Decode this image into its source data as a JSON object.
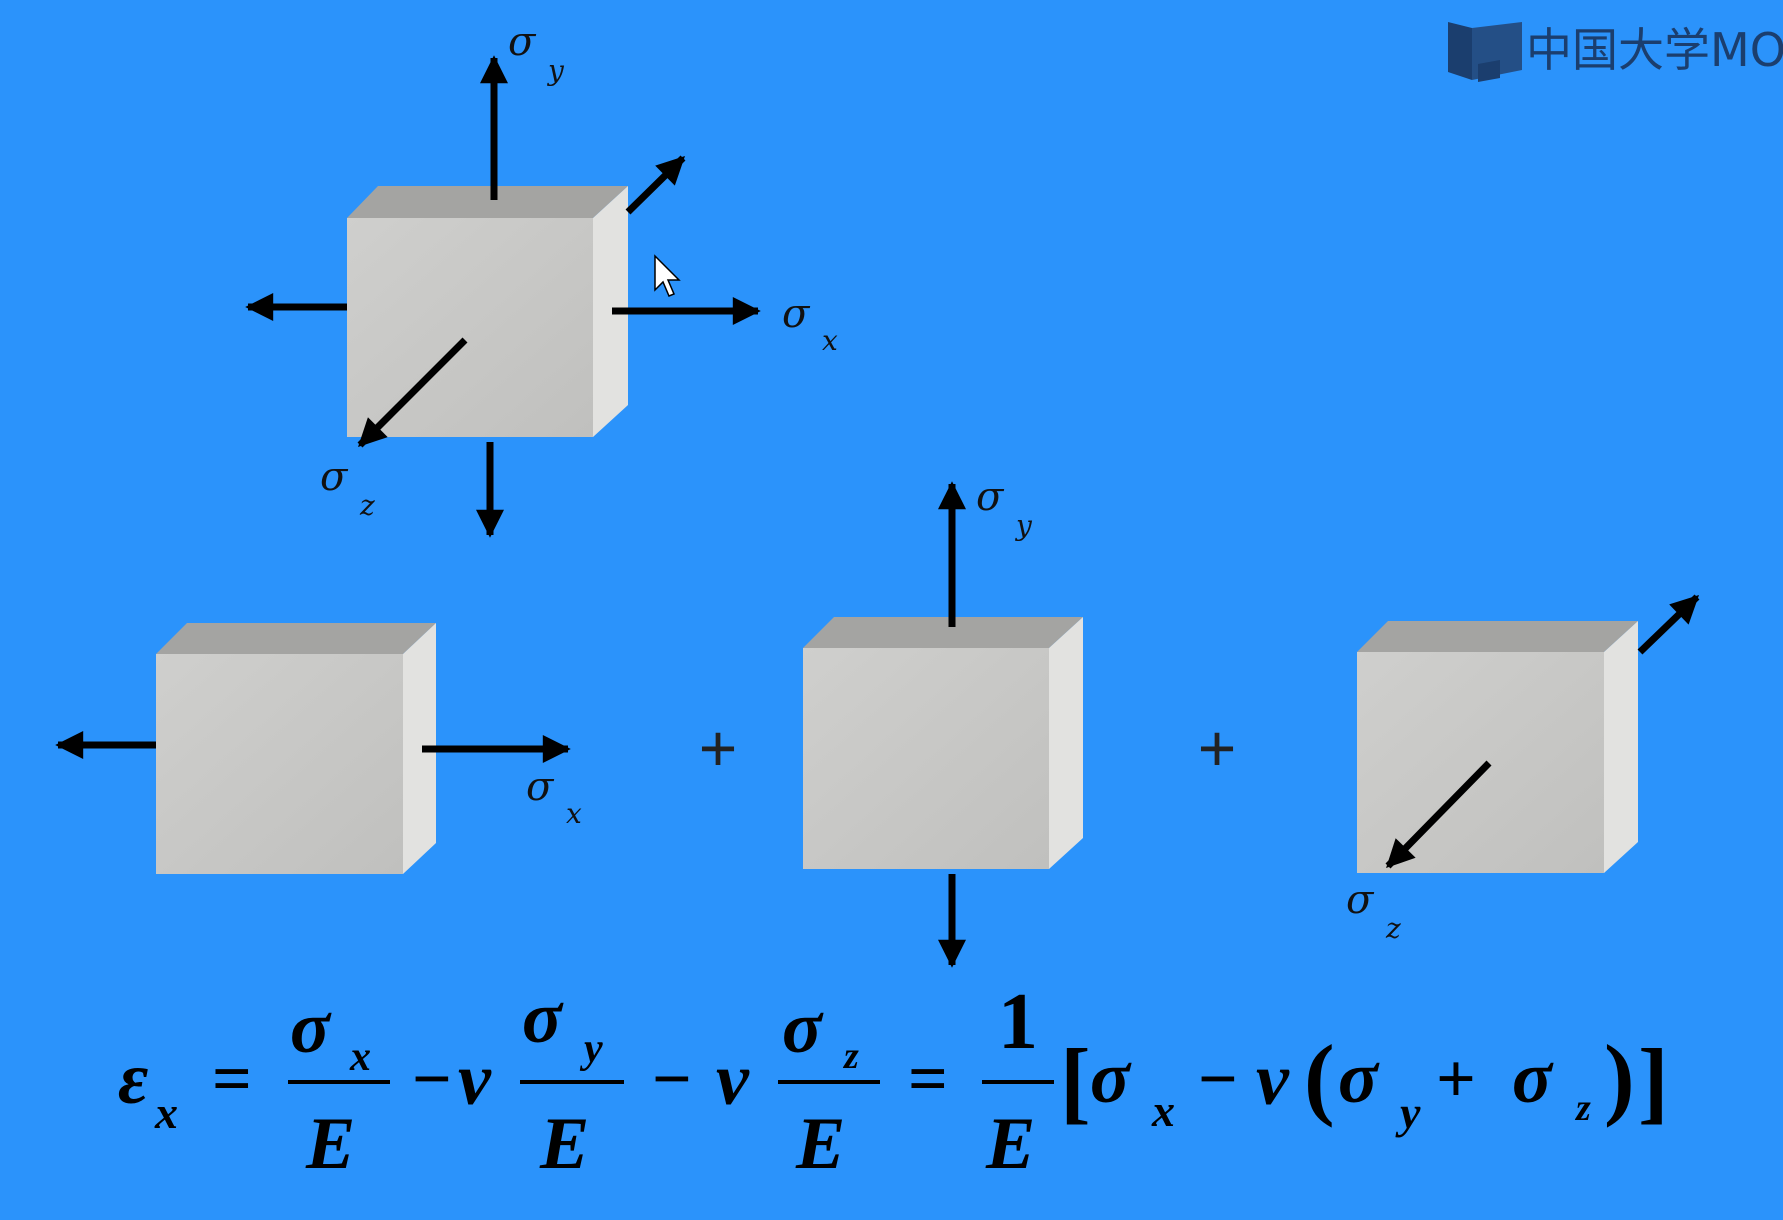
{
  "logo": {
    "text": "中国大学MO",
    "icon": "mooc-logo-icon"
  },
  "symbols": {
    "sigma": "σ",
    "x": "x",
    "y": "y",
    "z": "z",
    "plus": "+"
  },
  "equation": {
    "epsilon": "ε",
    "eq": "=",
    "minus": "−",
    "nu": "ν",
    "E": "E",
    "one": "1",
    "lbracket": "[",
    "rbracket": "]",
    "lparen": "(",
    "rparen": ")",
    "plus": "+"
  },
  "colors": {
    "background": "#2b93fb",
    "cube_front": "#c8c8c6",
    "cube_top": "#a4a4a2",
    "cube_side": "#e2e2e0",
    "arrow": "#000000"
  },
  "icons": [
    "mooc-logo-icon",
    "mouse-cursor-icon"
  ]
}
